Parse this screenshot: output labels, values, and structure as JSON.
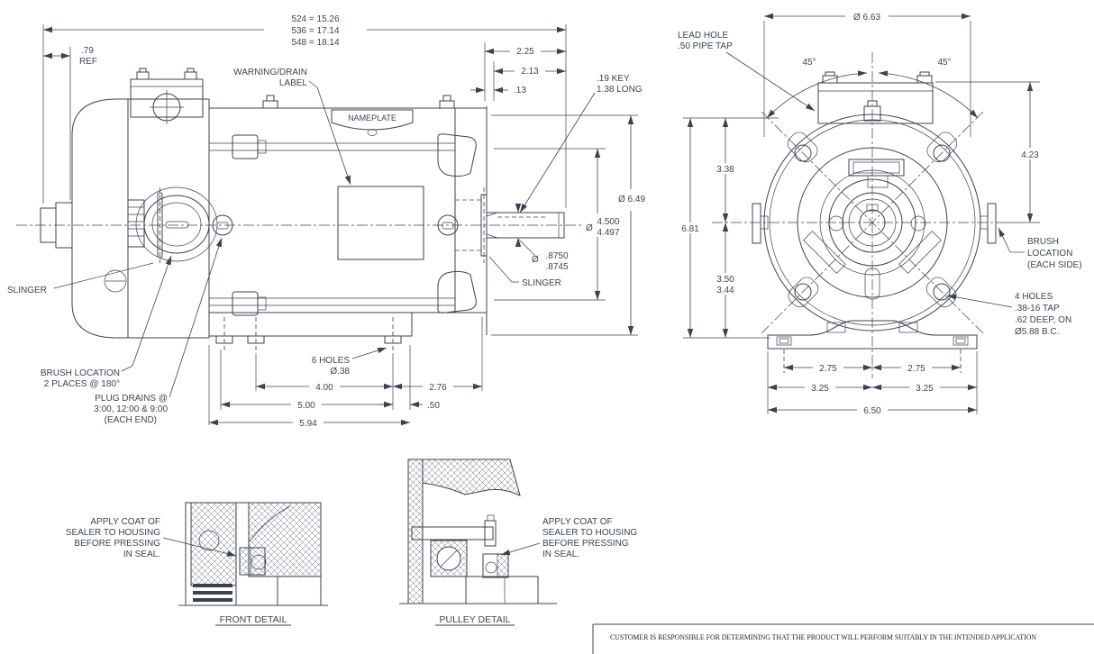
{
  "colors": {
    "line": "#3b4250",
    "text": "#3b4554",
    "background": "#ffffff"
  },
  "side": {
    "ov1": "524 = 15.26",
    "ov2": "536 = 17.14",
    "ov3": "548 = 18.14",
    "ref_val": ".79",
    "ref_lbl": "REF",
    "d1": "2.25",
    "d2": "2.13",
    "d3": ".13",
    "key1": ".19 KEY",
    "key2": "1.38 LONG",
    "dia649": "Ø 6.49",
    "dia_sym": "Ø",
    "d450a": "4.500",
    "d450b": "4.497",
    "d875a": ".8750",
    "d875b": ".8745",
    "slinger_l": "SLINGER",
    "slinger_r": "SLINGER",
    "nameplate": "NAMEPLATE",
    "warn1": "WARNING/DRAIN",
    "warn2": "LABEL",
    "brush1": "BRUSH LOCATION",
    "brush2": "2 PLACES @ 180°",
    "plug1": "PLUG DRAINS @",
    "plug2": "3:00, 12:00 & 9:00",
    "plug3": "(EACH END)",
    "holes1": "6 HOLES",
    "holes2": "Ø.38",
    "b400": "4.00",
    "b276": "2.76",
    "b500": "5.00",
    "b050": ".50",
    "b594": "5.94"
  },
  "end": {
    "dia663": "Ø 6.63",
    "a45l": "45°",
    "a45r": "45°",
    "lead1": "LEAD HOLE",
    "lead2": ".50 PIPE TAP",
    "v681": "6.81",
    "v338": "3.38",
    "v350": "3.50",
    "v344": "3.44",
    "v423": "4.23",
    "brush1": "BRUSH",
    "brush2": "LOCATION",
    "brush3": "(EACH SIDE)",
    "h4a": "4 HOLES",
    "h4b": ".38-16 TAP",
    "h4c": ".62 DEEP, ON",
    "h4d": "Ø5.88 B.C.",
    "b275l": "2.75",
    "b275r": "2.75",
    "b325l": "3.25",
    "b325r": "3.25",
    "b650": "6.50"
  },
  "front_detail": {
    "title": "FRONT DETAIL",
    "n1": "APPLY COAT OF",
    "n2": "SEALER TO HOUSING",
    "n3": "BEFORE PRESSING",
    "n4": "IN SEAL."
  },
  "pulley_detail": {
    "title": "PULLEY DETAIL",
    "n1": "APPLY COAT OF",
    "n2": "SEALER TO HOUSING",
    "n3": "BEFORE PRESSING",
    "n4": "IN SEAL."
  },
  "footer": {
    "disclaimer": "CUSTOMER IS RESPONSIBLE FOR DETERMINING THAT THE PRODUCT WILL PERFORM SUITABLY IN THE INTENDED APPLICATION"
  }
}
